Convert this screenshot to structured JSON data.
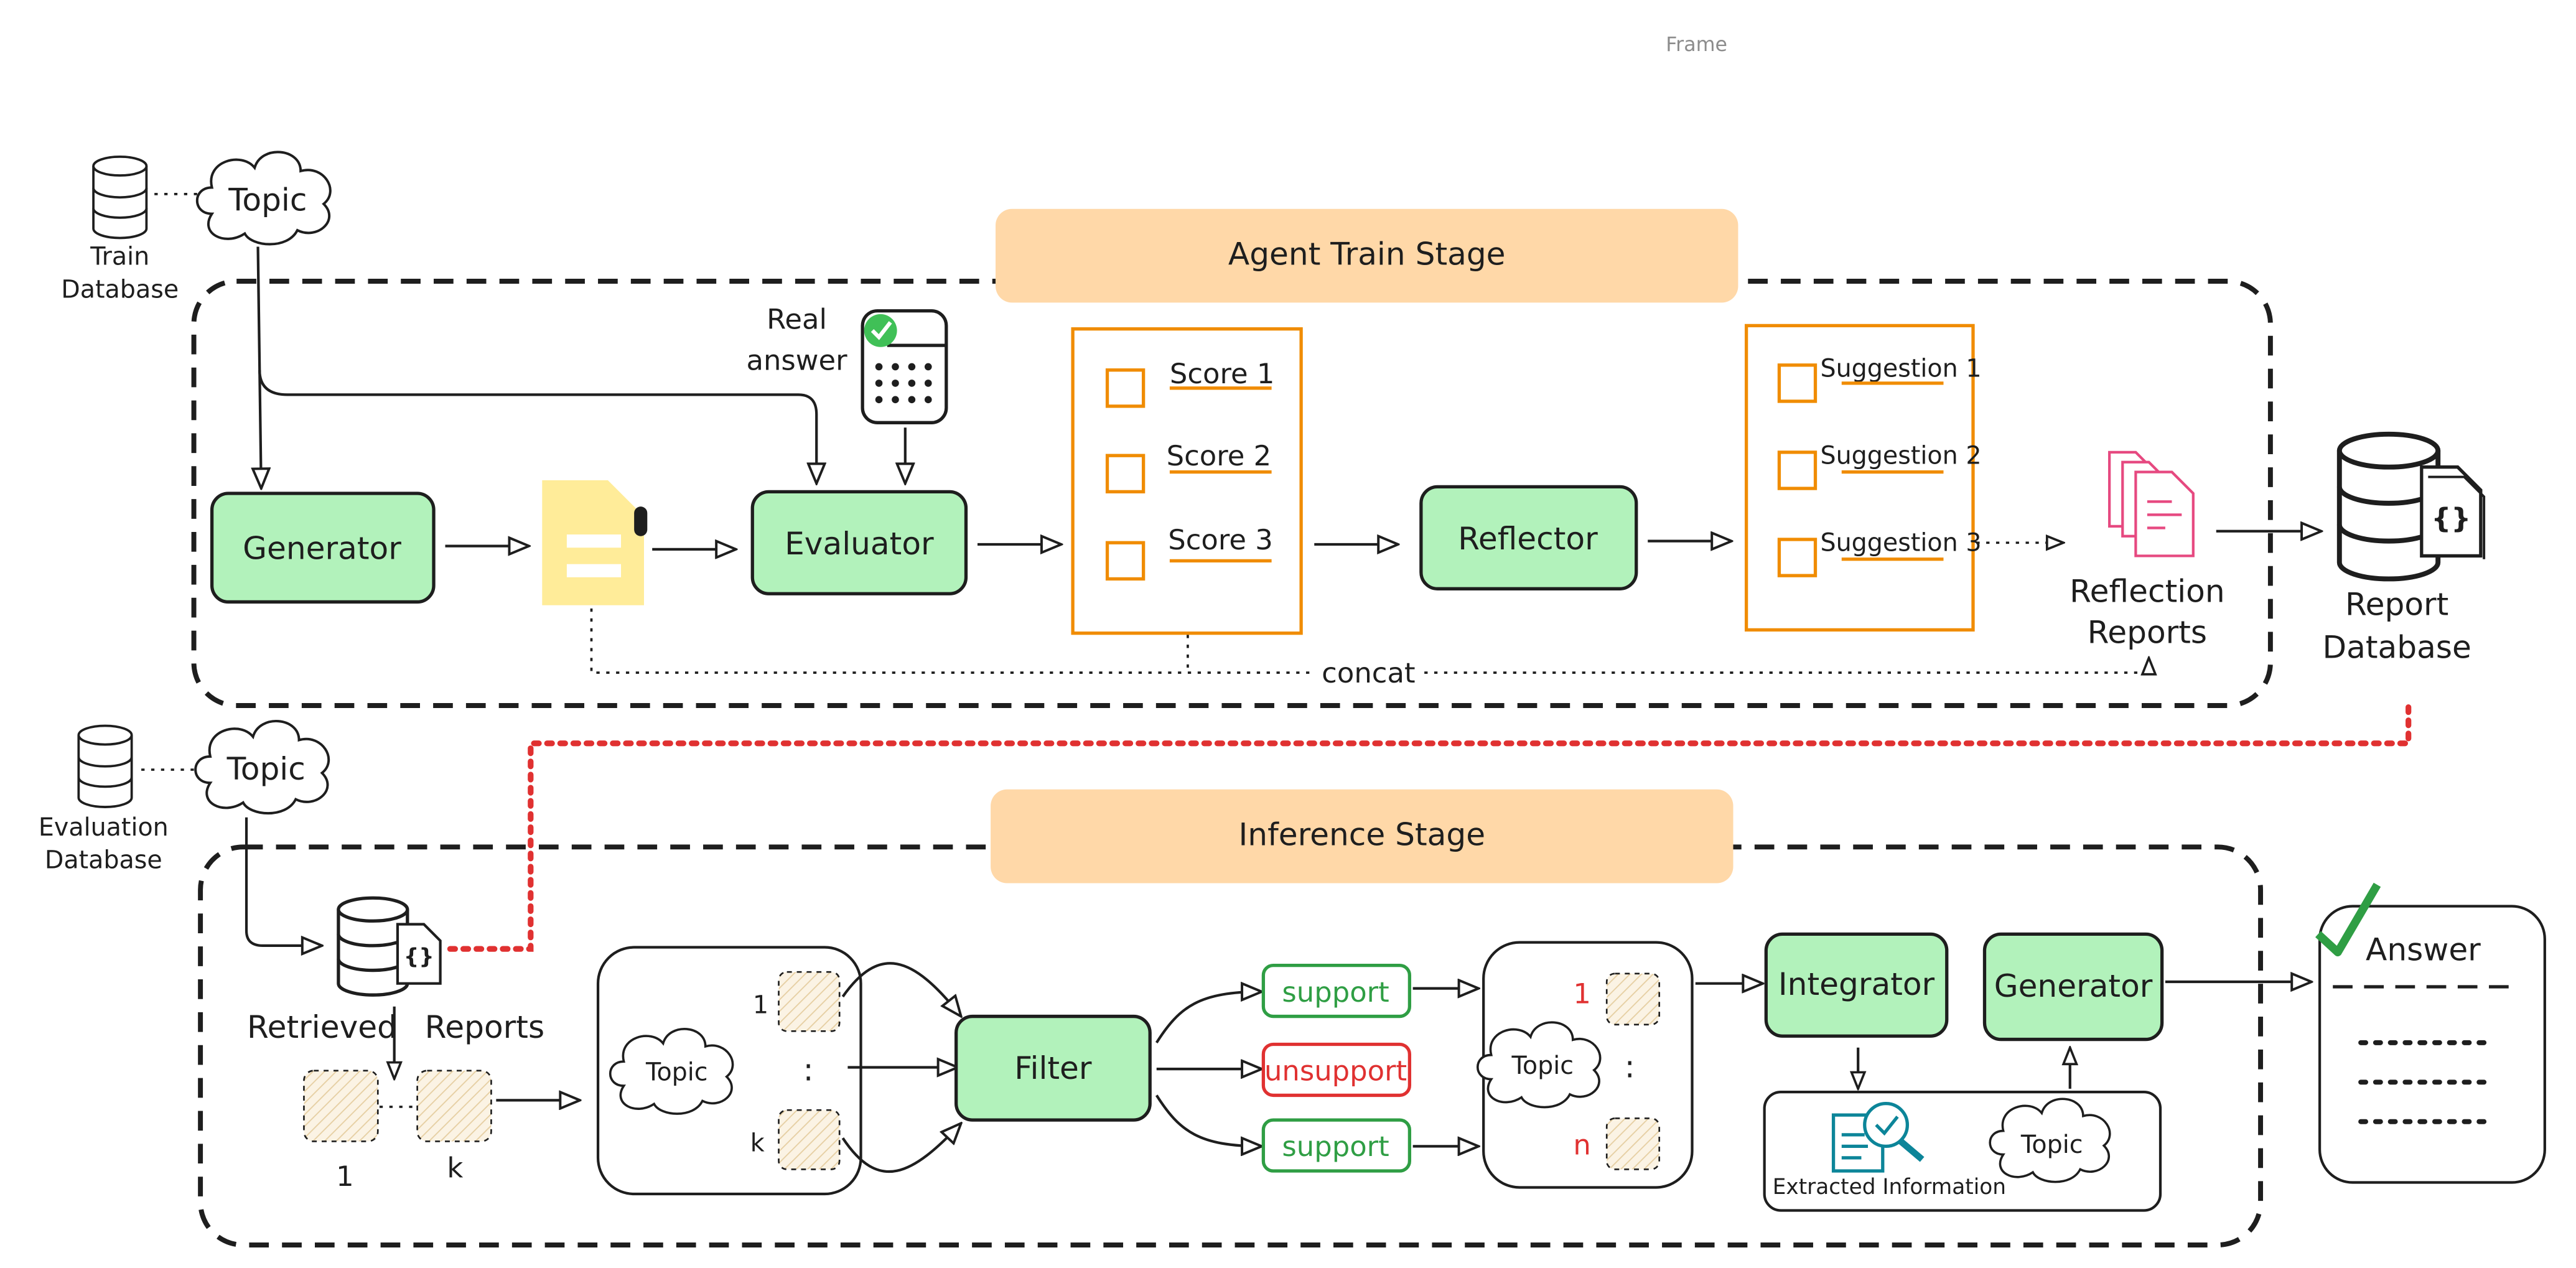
{
  "frame_label": "Frame",
  "train": {
    "stage_title": "Agent Train Stage",
    "database_label": [
      "Train",
      "Database"
    ],
    "topic": "Topic",
    "generator": "Generator",
    "evaluator": "Evaluator",
    "real_answer": [
      "Real",
      "answer"
    ],
    "scores": [
      "Score 1",
      "Score 2",
      "Score 3"
    ],
    "reflector": "Reflector",
    "suggestions": [
      "Suggestion 1",
      "Suggestion 2",
      "Suggestion 3"
    ],
    "reflection_reports": [
      "Reflection",
      "Reports"
    ],
    "report_database": [
      "Report",
      "Database"
    ],
    "concat": "concat"
  },
  "inference": {
    "stage_title": "Inference Stage",
    "database_label": [
      "Evaluation",
      "Database"
    ],
    "topic": "Topic",
    "retrieved": "Retrieved",
    "reports": "Reports",
    "retrieved_index_first": "1",
    "retrieved_index_last": "k",
    "topic_in_group": "Topic",
    "group_index_first": "1",
    "group_index_last": "k",
    "vertical_dots": ":",
    "filter": "Filter",
    "filter_results": [
      {
        "label": "support",
        "color": "#2f9e44"
      },
      {
        "label": "unsupport",
        "color": "#e03131"
      },
      {
        "label": "support",
        "color": "#2f9e44"
      }
    ],
    "topic_in_filtered": "Topic",
    "filtered_index_first": "1",
    "filtered_index_last": "n",
    "integrator": "Integrator",
    "generator": "Generator",
    "extracted_information": "Extracted Information",
    "topic_in_extracted": "Topic",
    "answer": "Answer"
  },
  "colors": {
    "stage_banner": "#ffd8a8",
    "module_fill": "#b2f2bb",
    "score_accent": "#f08c00",
    "support": "#2f9e44",
    "unsupport": "#e03131",
    "retrieval_link": "#e03131",
    "reports_icon": "#e64980",
    "document_icon": "#ffec99",
    "extracted_icon": "#0c8599"
  }
}
